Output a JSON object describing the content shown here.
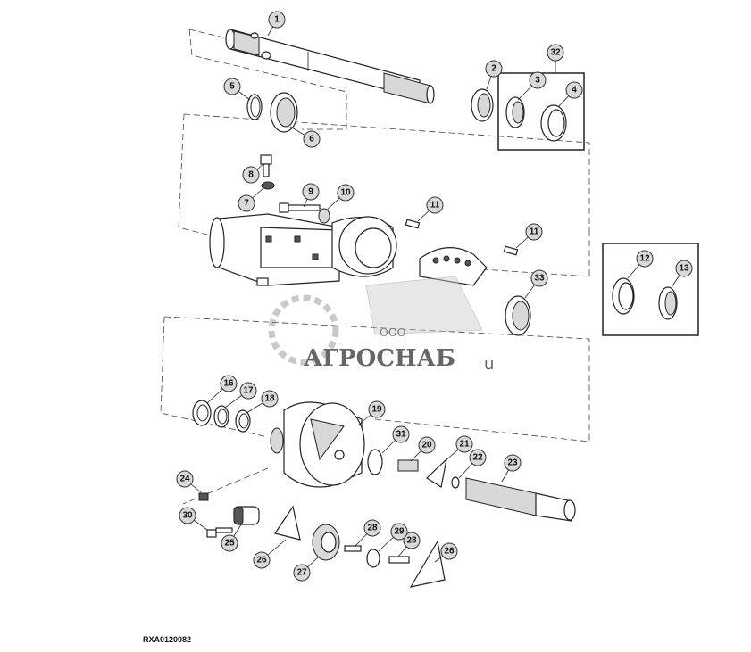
{
  "reference_code": "RXA0120082",
  "watermark": {
    "prefix": "ООО",
    "name": "АГРОСНАБ",
    "suffix": "u"
  },
  "callouts": [
    "1",
    "2",
    "3",
    "4",
    "5",
    "6",
    "7",
    "8",
    "9",
    "10",
    "11",
    "11",
    "12",
    "13",
    "16",
    "17",
    "18",
    "19",
    "20",
    "21",
    "22",
    "23",
    "24",
    "25",
    "26",
    "26",
    "27",
    "28",
    "28",
    "29",
    "30",
    "31",
    "32",
    "33"
  ]
}
